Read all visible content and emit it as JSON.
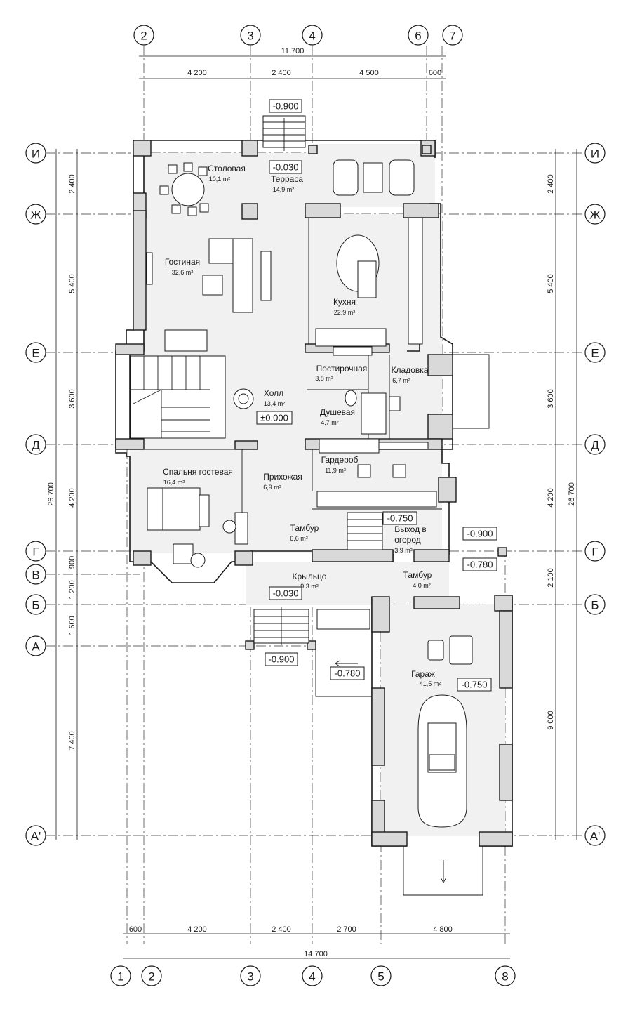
{
  "axes_top": [
    "2",
    "3",
    "4",
    "6",
    "7"
  ],
  "axes_bottom": [
    "1",
    "2",
    "3",
    "4",
    "5",
    "8"
  ],
  "axes_side": [
    "И",
    "Ж",
    "Е",
    "Д",
    "Г",
    "В",
    "Б",
    "А",
    "А'"
  ],
  "dims_top_total": "11 700",
  "dims_top": [
    "4 200",
    "2 400",
    "4 500",
    "600"
  ],
  "dims_bottom": [
    "600",
    "4 200",
    "2 400",
    "2 700",
    "4 800"
  ],
  "dims_bottom_total": "14 700",
  "dims_left": [
    "2 400",
    "5 400",
    "3 600",
    "4 200",
    "900",
    "1 200",
    "1 600",
    "7 400"
  ],
  "dims_left_total": "26 700",
  "dims_right": [
    "2 400",
    "5 400",
    "3 600",
    "4 200",
    "2 100",
    "9 000"
  ],
  "dims_right_total": "26 700",
  "rooms": [
    {
      "name": "Столовая",
      "area": "10,1 m²"
    },
    {
      "name": "Терраса",
      "area": "14,9 m²"
    },
    {
      "name": "Гостиная",
      "area": "32,6 m²"
    },
    {
      "name": "Кухня",
      "area": "22,9 m²"
    },
    {
      "name": "Постирочная",
      "area": "3,8 m²"
    },
    {
      "name": "Кладовка",
      "area": "6,7 m²"
    },
    {
      "name": "Холл",
      "area": "13,4 m²"
    },
    {
      "name": "Душевая",
      "area": "4,7 m²"
    },
    {
      "name": "Гардероб",
      "area": "11,9 m²"
    },
    {
      "name": "Спальня гостевая",
      "area": "16,4 m²"
    },
    {
      "name": "Прихожая",
      "area": "6,9 m²"
    },
    {
      "name": "Тамбур",
      "area": "6,6 m²"
    },
    {
      "name": "Выход в огород",
      "area": "3,9 m²"
    },
    {
      "name": "Крыльцо",
      "area": "9,3 m²"
    },
    {
      "name": "Тамбур",
      "area": "4,0 m²"
    },
    {
      "name": "Гараж",
      "area": "41,5 m²"
    }
  ],
  "levels": {
    "terrace_stair": "-0.900",
    "terrace": "-0.030",
    "hall": "±0.000",
    "exit": "-0.750",
    "side": "-0.900",
    "tambour2": "-0.780",
    "porch": "-0.030",
    "porch_stair": "-0.900",
    "ramp": "-0.780",
    "garage": "-0.750"
  }
}
